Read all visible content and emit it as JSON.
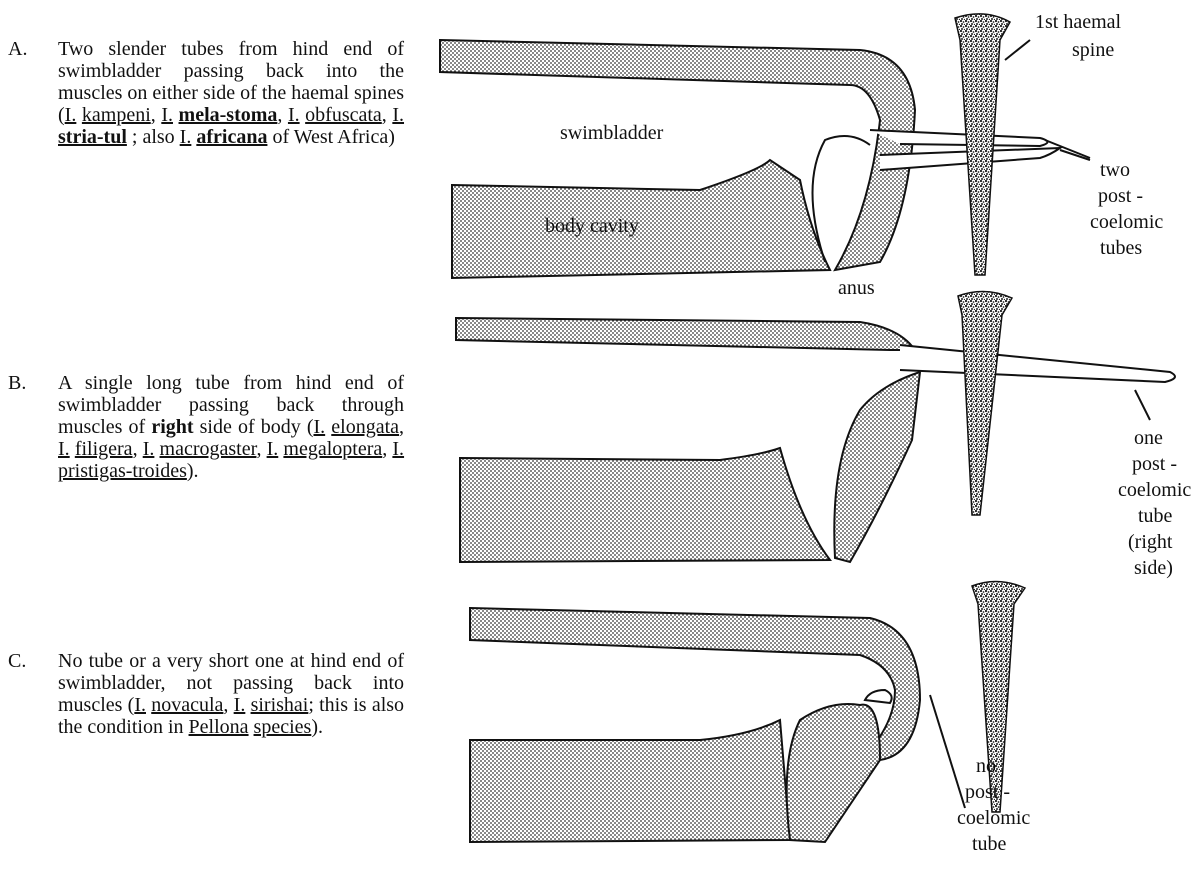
{
  "panels": [
    {
      "letter": "A.",
      "text_parts": [
        {
          "t": "Two slender tubes from hind end of swimbladder passing back into the muscles on either side of the haemal spines ("
        },
        {
          "t": "I.",
          "u": true
        },
        {
          "t": " "
        },
        {
          "t": "kampeni",
          "u": true
        },
        {
          "t": ", "
        },
        {
          "t": "I.",
          "u": true
        },
        {
          "t": " "
        },
        {
          "t": "mela-stoma",
          "u": true,
          "b": true
        },
        {
          "t": ", "
        },
        {
          "t": "I.",
          "u": true
        },
        {
          "t": " "
        },
        {
          "t": "obfuscata",
          "u": true
        },
        {
          "t": ", "
        },
        {
          "t": "I.",
          "u": true
        },
        {
          "t": " "
        },
        {
          "t": "stria-tul",
          "u": true,
          "b": true
        },
        {
          "t": " ; also "
        },
        {
          "t": "I.",
          "u": true
        },
        {
          "t": " "
        },
        {
          "t": "africana",
          "u": true,
          "b": true
        },
        {
          "t": " of West Africa)"
        }
      ]
    },
    {
      "letter": "B.",
      "text_parts": [
        {
          "t": "A single long tube from hind end of swimbladder passing back through muscles of "
        },
        {
          "t": "right",
          "b": true
        },
        {
          "t": " side of body ("
        },
        {
          "t": "I.",
          "u": true
        },
        {
          "t": " "
        },
        {
          "t": "elongata",
          "u": true
        },
        {
          "t": ", "
        },
        {
          "t": "I.",
          "u": true
        },
        {
          "t": " "
        },
        {
          "t": "filigera",
          "u": true
        },
        {
          "t": ", "
        },
        {
          "t": "I.",
          "u": true
        },
        {
          "t": " "
        },
        {
          "t": "macrogaster",
          "u": true
        },
        {
          "t": ", "
        },
        {
          "t": "I.",
          "u": true
        },
        {
          "t": " "
        },
        {
          "t": "megaloptera",
          "u": true
        },
        {
          "t": ", "
        },
        {
          "t": "I.",
          "u": true
        },
        {
          "t": " "
        },
        {
          "t": "pristigas-troides",
          "u": true
        },
        {
          "t": ")."
        }
      ]
    },
    {
      "letter": "C.",
      "text_parts": [
        {
          "t": "No tube or a very short one at hind end of swimbladder, not passing back into muscles ("
        },
        {
          "t": "I.",
          "u": true
        },
        {
          "t": " "
        },
        {
          "t": "novacula",
          "u": true
        },
        {
          "t": ", "
        },
        {
          "t": "I.",
          "u": true
        },
        {
          "t": " "
        },
        {
          "t": "sirishai",
          "u": true
        },
        {
          "t": "; this is also the condition in "
        },
        {
          "t": "Pellona",
          "u": true
        },
        {
          "t": " "
        },
        {
          "t": "species",
          "u": true
        },
        {
          "t": ")."
        }
      ]
    }
  ],
  "labels": {
    "haemal_spine": [
      "1st haemal",
      "spine"
    ],
    "swimbladder": "swimbladder",
    "body_cavity": "body cavity",
    "anus": "anus",
    "two_tubes": [
      "two",
      "post -",
      "coelomic",
      "tubes"
    ],
    "one_tube": [
      "one",
      "post -",
      "coelomic",
      "tube",
      "(right",
      "side)"
    ],
    "no_tube": [
      "no",
      "post -",
      "coelomic",
      "tube"
    ]
  }
}
